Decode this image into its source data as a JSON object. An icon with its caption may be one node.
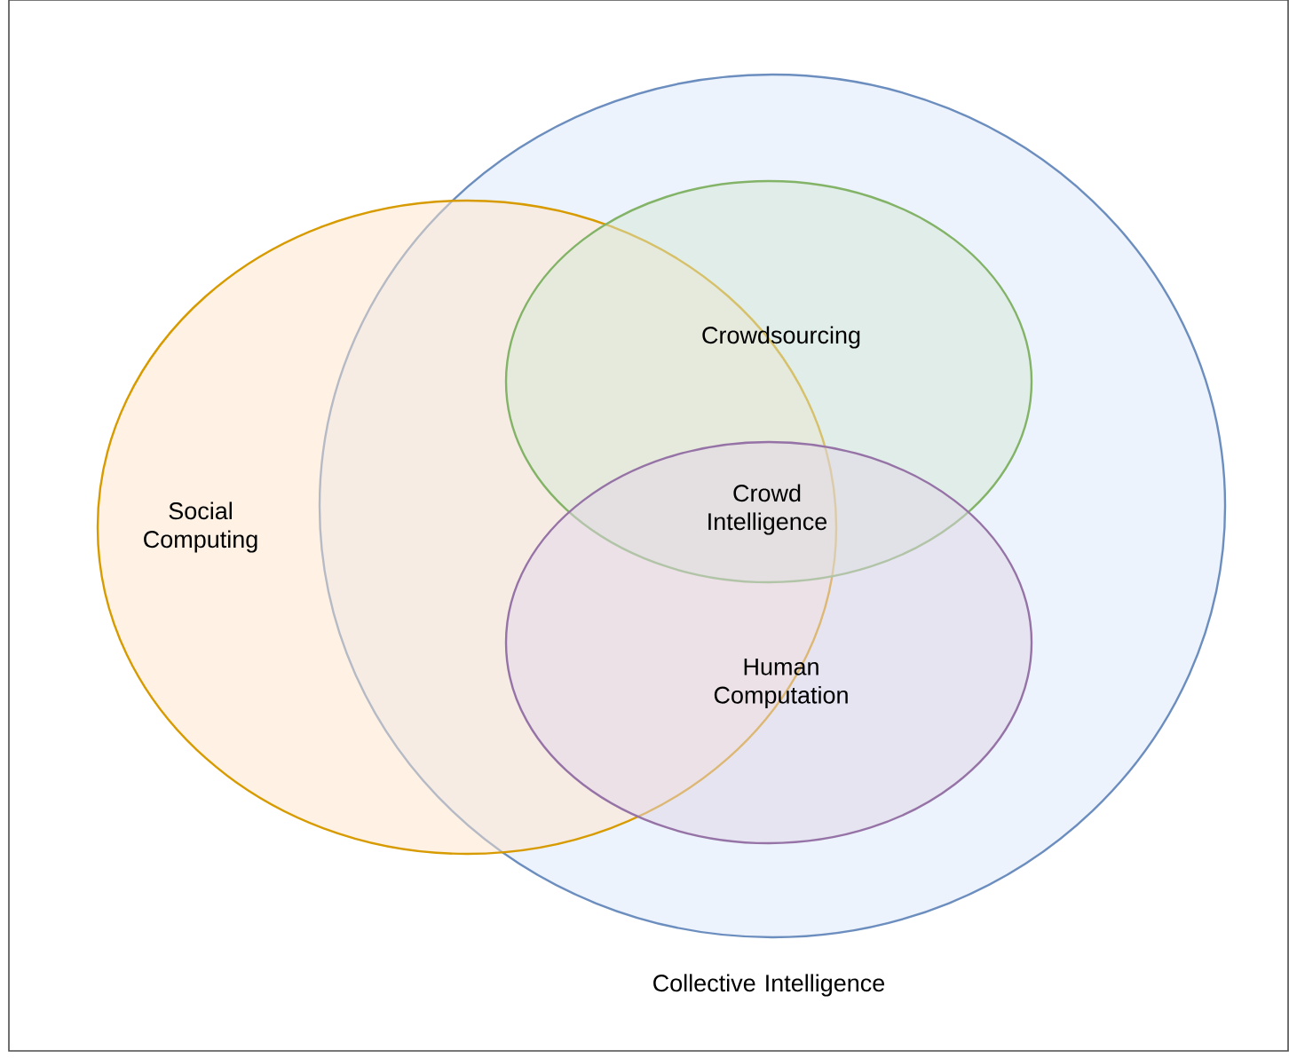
{
  "diagram": {
    "nodes": [
      {
        "text": [
          "Collective Intelligence"
        ]
      },
      {
        "text": [
          "Social Computing"
        ]
      },
      {
        "text": [
          "Crowdsourcing"
        ],
        "in": 0
      },
      {
        "text": [
          "Human Computation"
        ],
        "in": 0
      }
    ],
    "edges": [],
    "labels": [
      "Crowd Intelligence"
    ]
  }
}
